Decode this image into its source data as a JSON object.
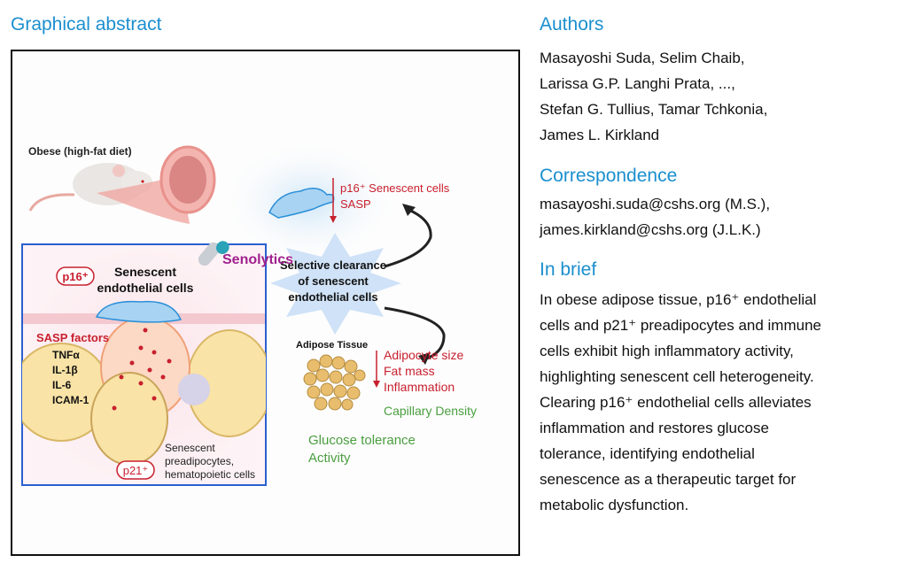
{
  "graphical_abstract": {
    "heading": "Graphical abstract",
    "labels": {
      "obese": "Obese (high-fat diet)",
      "senescent_cells": "p16⁺ Senescent cells",
      "sasp": "SASP",
      "senolytics": "Senolytics",
      "clearance_1": "Selective clearance",
      "clearance_2": "of senescent",
      "clearance_3": "endothelial cells",
      "p16_badge": "p16⁺",
      "endo_1": "Senescent",
      "endo_2": "endothelial cells",
      "sasp_factors": "SASP factors",
      "factors": [
        "TNFα",
        "IL-1β",
        "IL-6",
        "ICAM-1"
      ],
      "adipose": "Adipose Tissue",
      "decreases": [
        "Adipocyte size",
        "Fat mass",
        "Inflammation"
      ],
      "capillary": "Capillary Density",
      "glucose": "Glucose tolerance",
      "activity": "Activity",
      "p21_badge": "p21⁺",
      "preadipo_1": "Senescent",
      "preadipo_2": "preadipocytes,",
      "preadipo_3": "hematopoietic cells"
    },
    "colors": {
      "red": "#c8202e",
      "green": "#4a9e3f",
      "purple": "#a0208e",
      "blue_box": "#2a5fd0"
    }
  },
  "authors": {
    "heading": "Authors",
    "lines": [
      "Masayoshi Suda, Selim Chaib,",
      "Larissa G.P. Langhi Prata, ...,",
      "Stefan G. Tullius, Tamar Tchkonia,",
      "James L. Kirkland"
    ]
  },
  "correspondence": {
    "heading": "Correspondence",
    "lines": [
      "masayoshi.suda@cshs.org (M.S.),",
      "james.kirkland@cshs.org (J.L.K.)"
    ]
  },
  "in_brief": {
    "heading": "In brief",
    "lines": [
      "In obese adipose tissue, p16⁺ endothelial",
      "cells and p21⁺ preadipocytes and immune",
      "cells exhibit high inflammatory activity,",
      "highlighting senescent cell heterogeneity.",
      "Clearing p16⁺ endothelial cells alleviates",
      "inflammation and restores glucose",
      "tolerance, identifying endothelial",
      "senescence as a therapeutic target for",
      "metabolic dysfunction."
    ]
  },
  "heading_color": "#1b8fcf"
}
